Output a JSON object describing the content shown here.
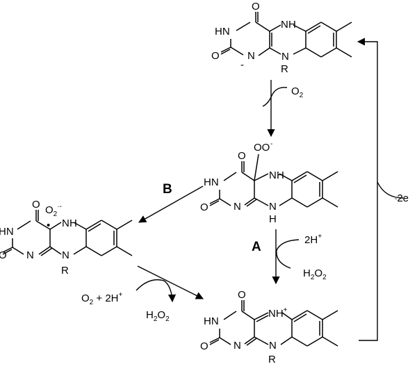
{
  "atoms": {
    "O": "O",
    "N": "N",
    "H": "H",
    "HN": "HN",
    "R": "R",
    "minus": "-",
    "NH_plus": "NH",
    "plus": "+",
    "dot": "•",
    "radical": "·-",
    "OO": "OO",
    "superscript_minus": "-"
  },
  "reagents": {
    "o2": "O",
    "o2_sub": "2",
    "two_h": "2H",
    "h2o2_h": "H",
    "h2o2_sub": "2",
    "h2o2_o": "O",
    "o2_plus_2h": "O",
    "o2_plus_2h_rest": " + 2H",
    "minus_2e": "2e"
  },
  "pathways": {
    "A": "A",
    "B": "B"
  }
}
